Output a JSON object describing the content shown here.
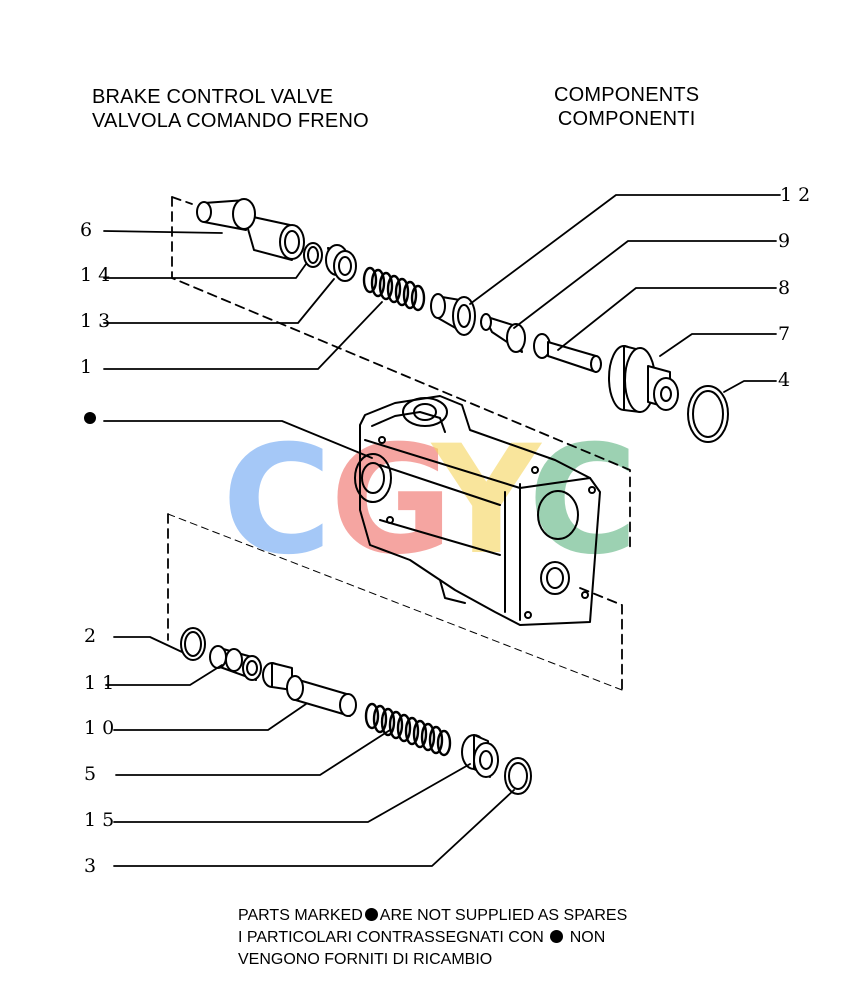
{
  "header": {
    "title_en": "BRAKE  CONTROL VALVE",
    "title_it": "VALVOLA  COMANDO  FRENO",
    "section_en": "COMPONENTS",
    "section_it": "COMPONENTI"
  },
  "callouts": {
    "c6": "6",
    "c14": "1 4",
    "c13": "1 3",
    "c1": "1",
    "c2": "2",
    "c11": "1 1",
    "c10": "1 0",
    "c5": "5",
    "c15": "1 5",
    "c3": "3",
    "c12": "1 2",
    "c9": "9",
    "c8": "8",
    "c7": "7",
    "c4": "4"
  },
  "footer": {
    "line1_a": "PARTS MARKED",
    "line1_b": "ARE NOT SUPPLIED AS SPARES",
    "line2_a": "I  PARTICOLARI  CONTRASSEGNATI  CON",
    "line2_b": "NON",
    "line3": "VENGONO FORNITI DI RICAMBIO"
  },
  "watermark": {
    "letters": [
      "C",
      "G",
      "Y",
      "C"
    ],
    "colors": [
      "#6aa5f2",
      "#ef6b64",
      "#f6d45c",
      "#5cb37f"
    ]
  }
}
